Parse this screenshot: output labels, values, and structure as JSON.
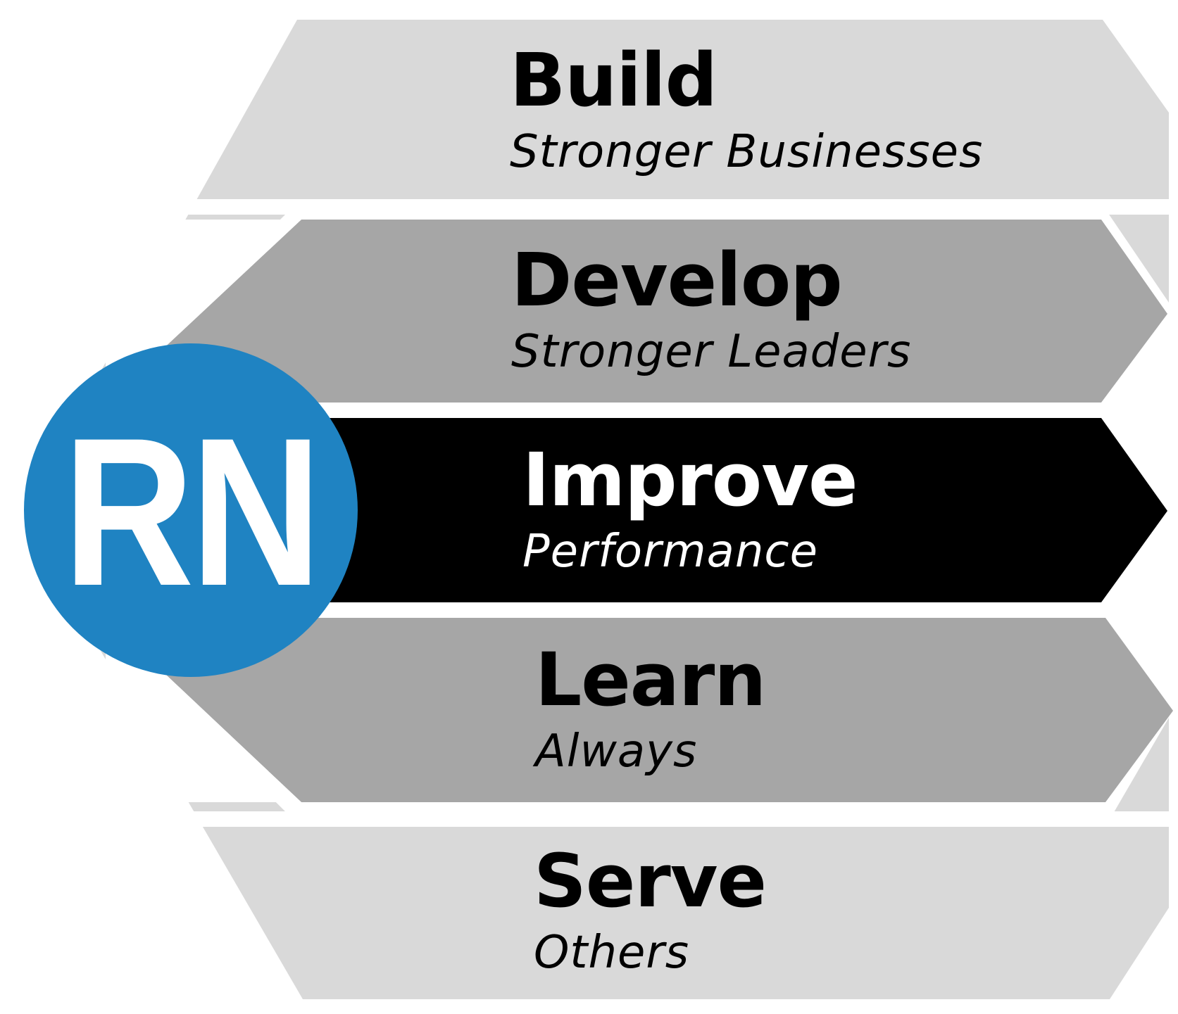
{
  "colors": {
    "light_gray": "#d9d9d9",
    "mid_gray": "#a6a6a6",
    "highlight": "#000000",
    "logo_blue": "#1f83c2",
    "text_dark": "#000000",
    "text_light": "#ffffff"
  },
  "logo": {
    "text": "RN"
  },
  "bands": [
    {
      "title": "Build",
      "subtitle": "Stronger Businesses",
      "shade": "light"
    },
    {
      "title": "Develop",
      "subtitle": "Stronger Leaders",
      "shade": "mid"
    },
    {
      "title": "Improve",
      "subtitle": "Performance",
      "shade": "dark"
    },
    {
      "title": "Learn",
      "subtitle": "Always",
      "shade": "mid"
    },
    {
      "title": "Serve",
      "subtitle": "Others",
      "shade": "light"
    }
  ]
}
